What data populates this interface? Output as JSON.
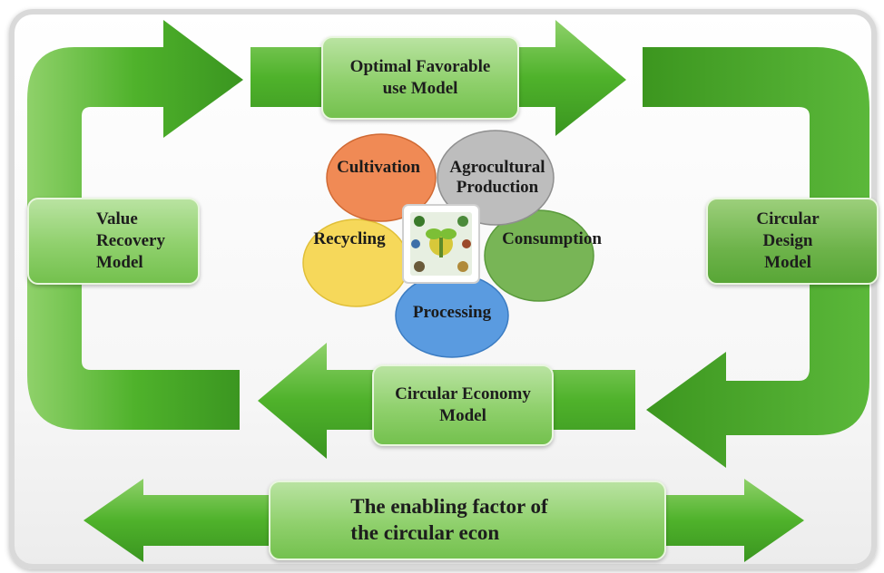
{
  "diagram": {
    "top_box": "Optimal Favorable\nuse Model",
    "left_box": "Value\nRecovery\nModel",
    "right_box": "Circular\nDesign\nModel",
    "bottom_box": "Circular Economy\nModel",
    "footer_box": "The enabling factor of\nthe circular econ",
    "petals": {
      "cultivation": "Cultivation",
      "agricultural": "Agrocultural\nProduction",
      "consumption": "Consumption",
      "processing": "Processing",
      "recycling": "Recycling"
    },
    "colors": {
      "arrow_green": "#4cae26",
      "cultivation": "#f08a55",
      "agricultural": "#bdbdbd",
      "consumption": "#78b556",
      "processing": "#5a9be0",
      "recycling": "#f6d85a"
    }
  }
}
